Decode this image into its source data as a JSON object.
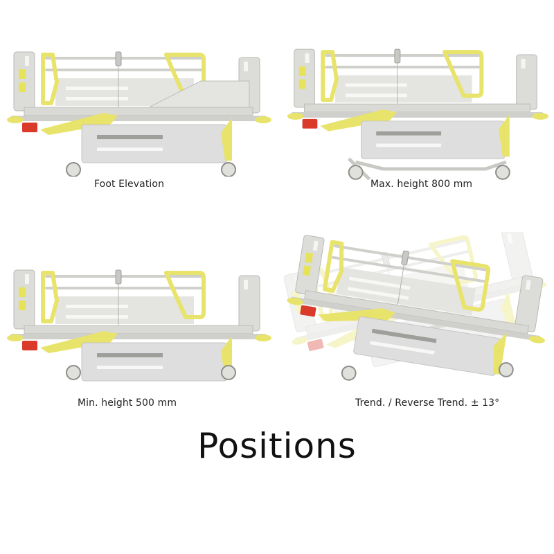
{
  "title": "Positions",
  "colors": {
    "accent_yellow": "#e8e36a",
    "frame_grey": "#d6d6d2",
    "brake_red": "#d93a2a",
    "background": "#ffffff"
  },
  "panels": [
    {
      "caption": "Foot Elevation",
      "position": "top-left",
      "image": "hospital-bed-foot-elevation"
    },
    {
      "caption": "Max. height 800 mm",
      "position": "top-right",
      "image": "hospital-bed-max-height"
    },
    {
      "caption": "Min. height 500 mm",
      "position": "bottom-left",
      "image": "hospital-bed-min-height"
    },
    {
      "caption": "Trend. / Reverse Trend. ± 13°",
      "position": "bottom-right",
      "image": "hospital-bed-trendelenburg"
    }
  ]
}
